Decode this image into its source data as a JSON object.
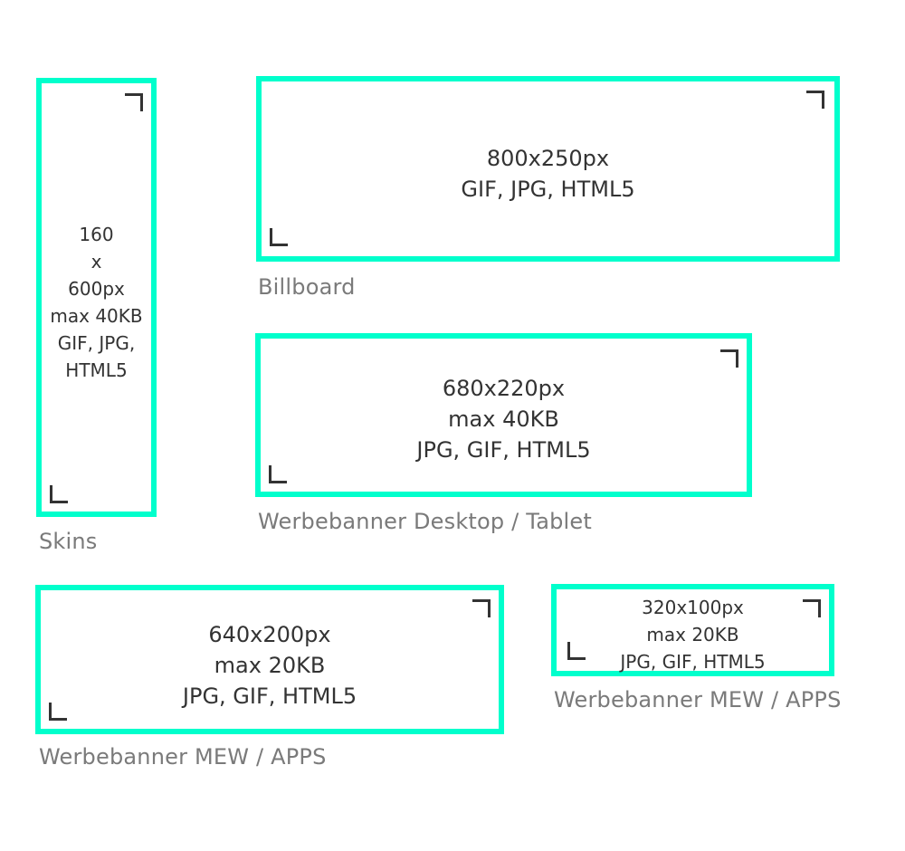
{
  "colors": {
    "accent_border": "#00FFCC",
    "corner_mark": "#333333",
    "spec_text": "#333333",
    "label_text": "#7a7a7a"
  },
  "formats": [
    {
      "id": "skins",
      "label": "Skins",
      "lines": [
        "160",
        "x",
        "600px",
        "max 40KB",
        "GIF, JPG,",
        "HTML5"
      ]
    },
    {
      "id": "billboard",
      "label": "Billboard",
      "lines": [
        "800x250px",
        "GIF, JPG, HTML5"
      ]
    },
    {
      "id": "desktop",
      "label": "Werbebanner Desktop / Tablet",
      "lines": [
        "680x220px",
        "max 40KB",
        "JPG, GIF, HTML5"
      ]
    },
    {
      "id": "mew-large",
      "label": "Werbebanner MEW / APPS",
      "lines": [
        "640x200px",
        "max 20KB",
        "JPG, GIF, HTML5"
      ]
    },
    {
      "id": "mew-small",
      "label": "Werbebanner MEW / APPS",
      "lines": [
        "320x100px",
        "max 20KB",
        "JPG, GIF, HTML5"
      ]
    }
  ]
}
